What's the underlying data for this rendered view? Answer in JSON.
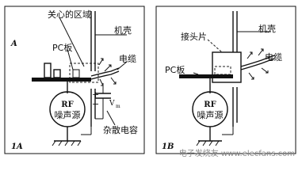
{
  "panel_a": {
    "corner_label": "A",
    "fig_label": "1A",
    "label_region": "关心的区域",
    "label_pcb": "PC板",
    "label_chassis": "机壳",
    "label_cable": "电缆",
    "label_voltage": "V",
    "label_stray_cap": "杂散电容",
    "source_rf": "RF",
    "source_noise": "噪声源",
    "plus": "+",
    "minus": "−"
  },
  "panel_b": {
    "fig_label": "1B",
    "label_connector": "接头片",
    "label_chassis": "机壳",
    "label_cable": "电缆",
    "label_pcb": "PC板",
    "source_rf": "RF",
    "source_noise": "噪声源"
  },
  "watermark": "电子发烧友 www.elecfans.com"
}
